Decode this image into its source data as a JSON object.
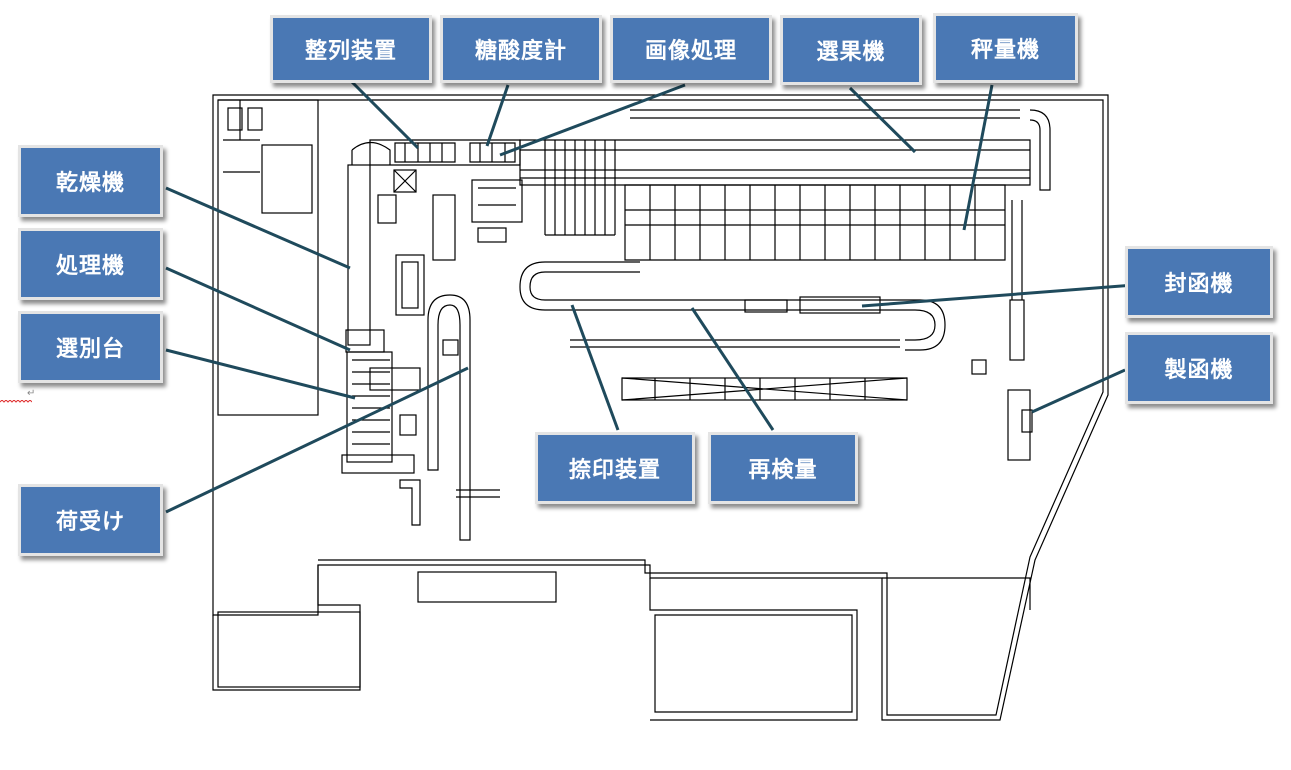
{
  "labels": {
    "align": "整列装置",
    "sugar_acid": "糖酸度計",
    "image": "画像処理",
    "sorter": "選果機",
    "weigher": "秤量機",
    "dryer": "乾燥機",
    "processor": "処理機",
    "sorting_table": "選別台",
    "receiving": "荷受け",
    "stamp": "捺印装置",
    "reweigh": "再検量",
    "sealer": "封函機",
    "box_maker": "製函機"
  },
  "colors": {
    "label_fill": "#4a78b4",
    "label_border": "#e4e4e4",
    "leader": "#1f4a5c",
    "drawing": "#000000"
  }
}
